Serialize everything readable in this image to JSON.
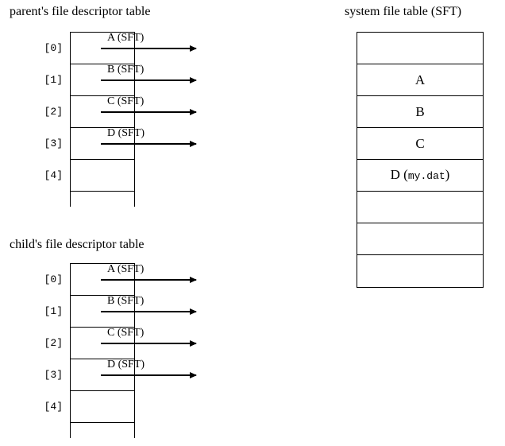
{
  "figure": {
    "kind": "diagram",
    "background_color": "#ffffff",
    "line_color": "#000000"
  },
  "parent_table": {
    "title": "parent's file descriptor table",
    "rows": [
      {
        "index": "[0]",
        "pointer_label": "A (SFT)",
        "has_pointer": true
      },
      {
        "index": "[1]",
        "pointer_label": "B (SFT)",
        "has_pointer": true
      },
      {
        "index": "[2]",
        "pointer_label": "C (SFT)",
        "has_pointer": true
      },
      {
        "index": "[3]",
        "pointer_label": "D (SFT)",
        "has_pointer": true
      },
      {
        "index": "[4]",
        "pointer_label": "",
        "has_pointer": false
      }
    ]
  },
  "child_table": {
    "title": "child's file descriptor table",
    "rows": [
      {
        "index": "[0]",
        "pointer_label": "A (SFT)",
        "has_pointer": true
      },
      {
        "index": "[1]",
        "pointer_label": "B (SFT)",
        "has_pointer": true
      },
      {
        "index": "[2]",
        "pointer_label": "C (SFT)",
        "has_pointer": true
      },
      {
        "index": "[3]",
        "pointer_label": "D (SFT)",
        "has_pointer": true
      },
      {
        "index": "[4]",
        "pointer_label": "",
        "has_pointer": false
      }
    ]
  },
  "system_file_table": {
    "title": "system file table (SFT)",
    "rows": [
      {
        "label": "",
        "mono_suffix": ""
      },
      {
        "label": "A",
        "mono_suffix": ""
      },
      {
        "label": "B",
        "mono_suffix": ""
      },
      {
        "label": "C",
        "mono_suffix": ""
      },
      {
        "label": "D (",
        "mono_suffix": "my.dat",
        "label_close": ")"
      },
      {
        "label": "",
        "mono_suffix": ""
      },
      {
        "label": "",
        "mono_suffix": ""
      },
      {
        "label": "",
        "mono_suffix": ""
      }
    ]
  }
}
